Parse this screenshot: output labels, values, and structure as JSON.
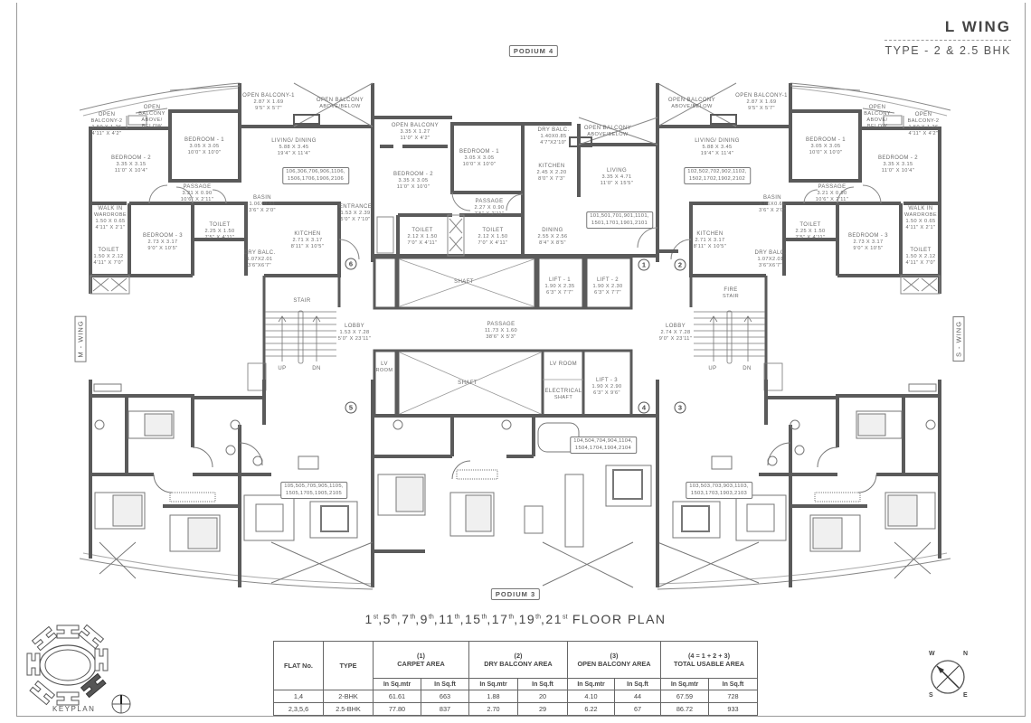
{
  "header": {
    "wing": "L WING",
    "type": "TYPE - 2 & 2.5 BHK"
  },
  "podiums": {
    "top": "PODIUM 4",
    "bottom": "PODIUM 3"
  },
  "side_wings": {
    "left": "M - WING",
    "right": "S - WING"
  },
  "rooms": {
    "f6_open_balcony_2": [
      "OPEN",
      "BALCONY-2",
      "1.50 X 1.26",
      "4'11\" X 4'2\""
    ],
    "f6_ob_above_small": [
      "OPEN",
      "BALCONY",
      "ABOVE/",
      "BELOW"
    ],
    "f6_bedroom_2": [
      "BEDROOM - 2",
      "3.35 X 3.15",
      "11'0\" X 10'4\""
    ],
    "f6_bedroom_1": [
      "BEDROOM - 1",
      "3.05 X 3.05",
      "10'0\" X 10'0\""
    ],
    "f6_open_balcony_1": [
      "OPEN BALCONY-1",
      "2.87 X 1.69",
      "9'5\" X 5'7\""
    ],
    "f6_ob_above": [
      "OPEN BALCONY",
      "ABOVE/BELOW"
    ],
    "f6_living": [
      "LIVING/ DINING",
      "5.88 X 3.45",
      "19'4\" X 11'4\""
    ],
    "f6_passage": [
      "PASSAGE",
      "3.21 X 0.90",
      "10'6\" X 2'11\""
    ],
    "f6_wardrobe": [
      "WALK IN",
      "WARDROBE",
      "1.50 X 0.65",
      "4'11\" X 2'1\""
    ],
    "f6_bedroom_3": [
      "BEDROOM - 3",
      "2.73 X 3.17",
      "9'0\" X 10'5\""
    ],
    "f6_toilet_1": [
      "TOILET",
      "2.25 X 1.50",
      "7'5\" X 4'11\""
    ],
    "f6_basin": [
      "BASIN",
      "1.06X0.61",
      "3'6\" X 2'0\""
    ],
    "f6_toilet_2": [
      "TOILET",
      "1.50 X 2.12",
      "4'11\" X 7'0\""
    ],
    "f6_kitchen": [
      "KITCHEN",
      "2.71 X 3.17",
      "8'11\" X 10'5\""
    ],
    "f6_dry_balcony": [
      "DRY BALC.",
      "1.07X2.01",
      "3'6\"X6'7\""
    ],
    "f6_entrance": [
      "ENTRANCE",
      "1.53 X 2.39",
      "5'0\" X 7'10\""
    ],
    "f1_open_balcony": [
      "OPEN BALCONY",
      "3.35 X 1.27",
      "11'0\" X 4'2\""
    ],
    "f1_bedroom_2": [
      "BEDROOM - 2",
      "3.35 X 3.05",
      "11'0\" X 10'0\""
    ],
    "f1_bedroom_1": [
      "BEDROOM - 1",
      "3.05 X 3.05",
      "10'0\" X 10'0\""
    ],
    "f1_dry_balcony": [
      "DRY BALC.",
      "1.40X0.85",
      "4'7\"X2'10\""
    ],
    "f1_ob_above": [
      "OPEN BALCONY",
      "ABOVE/BELOW"
    ],
    "f1_kitchen": [
      "KITCHEN",
      "2.45 X 2.20",
      "8'0\" X 7'3\""
    ],
    "f1_living": [
      "LIVING",
      "3.35 X 4.71",
      "11'0\" X 15'5\""
    ],
    "f1_passage": [
      "PASSAGE",
      "2.27 X 0.90",
      "7'5\" X 2'11\""
    ],
    "f1_toilet_1": [
      "TOILET",
      "2.12 X 1.50",
      "7'0\" X 4'11\""
    ],
    "f1_toilet_2": [
      "TOILET",
      "2.12 X 1.50",
      "7'0\" X 4'11\""
    ],
    "f1_dining": [
      "DINING",
      "2.55 X 2.56",
      "8'4\" X 8'5\""
    ],
    "f2_ob_above": [
      "OPEN BALCONY",
      "ABOVE/BELOW"
    ],
    "f2_open_balcony_1": [
      "OPEN BALCONY-1",
      "2.87 X 1.69",
      "9'5\" X 5'7\""
    ],
    "f2_living": [
      "LIVING/ DINING",
      "5.88 X 3.45",
      "19'4\" X 11'4\""
    ],
    "f2_bedroom_1": [
      "BEDROOM - 1",
      "3.05 X 3.05",
      "10'0\" X 10'0\""
    ],
    "f2_ob_above_small": [
      "OPEN",
      "BALCONY",
      "ABOVE/",
      "BELOW"
    ],
    "f2_open_balcony_2": [
      "OPEN",
      "BALCONY-2",
      "1.50 X 1.26",
      "4'11\" X 4'2\""
    ],
    "f2_bedroom_2": [
      "BEDROOM - 2",
      "3.35 X 3.15",
      "11'0\" X 10'4\""
    ],
    "f2_passage": [
      "PASSAGE",
      "3.21 X 0.90",
      "10'6\" X 2'11\""
    ],
    "f2_basin": [
      "BASIN",
      "1.06X0.61",
      "3'6\" X 2'0\""
    ],
    "f2_toilet_1": [
      "TOILET",
      "2.25 X 1.50",
      "7'5\" X 4'11\""
    ],
    "f2_kitchen": [
      "KITCHEN",
      "2.71 X 3.17",
      "8'11\" X 10'5\""
    ],
    "f2_dry_balcony": [
      "DRY BALC.",
      "1.07X2.01",
      "3'6\"X6'7\""
    ],
    "f2_bedroom_3": [
      "BEDROOM - 3",
      "2.73 X 3.17",
      "9'0\" X 10'5\""
    ],
    "f2_wardrobe": [
      "WALK IN",
      "WARDROBE",
      "1.50 X 0.65",
      "4'11\" X 2'1\""
    ],
    "f2_toilet_2": [
      "TOILET",
      "1.50 X 2.12",
      "4'11\" X 7'0\""
    ],
    "core_stair": [
      "STAIR"
    ],
    "core_fire_stair": [
      "FIRE",
      "STAIR"
    ],
    "core_lobby_left": [
      "LOBBY",
      "1.53 X 7.28",
      "5'0\" X 23'11\""
    ],
    "core_lobby_right": [
      "LOBBY",
      "2.74 X 7.28",
      "9'0\" X 23'11\""
    ],
    "core_passage": [
      "PASSAGE",
      "11.73 X 1.60",
      "38'6\" X 5'3\""
    ],
    "core_shaft_top": [
      "SHAFT"
    ],
    "core_shaft_bottom": [
      "SHAFT"
    ],
    "core_lift_1": [
      "LIFT - 1",
      "1.90 X 2.35",
      "6'3\" X 7'7\""
    ],
    "core_lift_2": [
      "LIFT - 2",
      "1.90 X 2.30",
      "6'3\" X 7'7\""
    ],
    "core_lift_3": [
      "LIFT - 3",
      "1.90 X 2.90",
      "6'3\" X 9'6\""
    ],
    "core_lv_room": [
      "LV ROOM"
    ],
    "core_lv_room_small": [
      "LV",
      "ROOM"
    ],
    "core_electrical_shaft": [
      "ELECTRICAL",
      "SHAFT"
    ],
    "core_up_left": [
      "UP"
    ],
    "core_dn_left": [
      "DN"
    ],
    "core_up_right": [
      "UP"
    ],
    "core_dn_right": [
      "DN"
    ]
  },
  "flat_boxes": {
    "f6": [
      "106,306,706,906,1106,",
      "1506,1706,1906,2106"
    ],
    "f1": [
      "101,501,701,901,1101,",
      "1501,1701,1901,2101"
    ],
    "f2": [
      "102,502,702,902,1102,",
      "1502,1702,1902,2102"
    ],
    "f5": [
      "105,505,705,905,1105,",
      "1505,1705,1905,2105"
    ],
    "f4": [
      "104,504,704,904,1104,",
      "1504,1704,1904,2104"
    ],
    "f3": [
      "103,503,703,903,1103,",
      "1503,1703,1903,2103"
    ]
  },
  "markers": [
    "1",
    "2",
    "3",
    "4",
    "5",
    "6"
  ],
  "floor_plan_title": {
    "floors": [
      {
        "n": "1",
        "suffix": "st"
      },
      {
        "n": "5",
        "suffix": "th"
      },
      {
        "n": "7",
        "suffix": "th"
      },
      {
        "n": "9",
        "suffix": "th"
      },
      {
        "n": "11",
        "suffix": "th"
      },
      {
        "n": "15",
        "suffix": "th"
      },
      {
        "n": "17",
        "suffix": "th"
      },
      {
        "n": "19",
        "suffix": "th"
      },
      {
        "n": "21",
        "suffix": "st"
      }
    ],
    "label": "FLOOR PLAN"
  },
  "area_table": {
    "col_flat": "FLAT No.",
    "col_type": "TYPE",
    "groups": [
      {
        "num": "(1)",
        "name": "CARPET AREA"
      },
      {
        "num": "(2)",
        "name": "DRY  BALCONY AREA"
      },
      {
        "num": "(3)",
        "name": "OPEN BALCONY AREA"
      },
      {
        "num": "(4 = 1 + 2 + 3)",
        "name": "TOTAL USABLE AREA"
      }
    ],
    "unit_m": "In Sq.mtr",
    "unit_ft": "In Sq.ft",
    "rows": [
      [
        "1,4",
        "2-BHK",
        "61.61",
        "663",
        "1.88",
        "20",
        "4.10",
        "44",
        "67.59",
        "728"
      ],
      [
        "2,3,5,6",
        "2.5-BHK",
        "77.80",
        "837",
        "2.70",
        "29",
        "6.22",
        "67",
        "86.72",
        "933"
      ]
    ]
  },
  "keyplan": {
    "label": "KEYPLAN",
    "highlighted_wing": "L"
  },
  "compass": {
    "w": "W",
    "n": "N",
    "s": "S",
    "e": "E"
  },
  "colors": {
    "wall": "#5a5a5a",
    "line": "#8a8a8a",
    "text": "#666666",
    "keyplan_highlight": "#555555"
  }
}
